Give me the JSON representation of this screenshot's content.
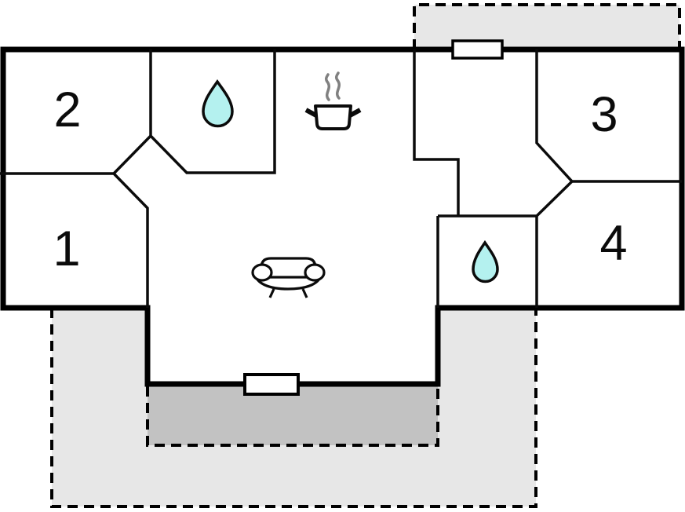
{
  "floorplan": {
    "type": "house-floor-plan",
    "rooms": [
      {
        "id": "room-1",
        "label": "1"
      },
      {
        "id": "room-2",
        "label": "2"
      },
      {
        "id": "room-3",
        "label": "3"
      },
      {
        "id": "room-4",
        "label": "4"
      }
    ],
    "icons": [
      {
        "name": "water-drop",
        "location": "bathroom-top"
      },
      {
        "name": "water-drop",
        "location": "bathroom-bottom"
      },
      {
        "name": "cooking-pot-with-steam",
        "location": "kitchen"
      },
      {
        "name": "sofa",
        "location": "living-room"
      }
    ],
    "markers": [
      {
        "name": "door-marker",
        "location": "top-wall"
      },
      {
        "name": "door-marker",
        "location": "bottom-wall"
      }
    ],
    "colors": {
      "wall": "#000000",
      "floor": "#ffffff",
      "terrace_light": "#e7e7e7",
      "terrace_dark": "#c2c2c2",
      "water": "#b4f1ef",
      "steam": "#808080"
    }
  }
}
